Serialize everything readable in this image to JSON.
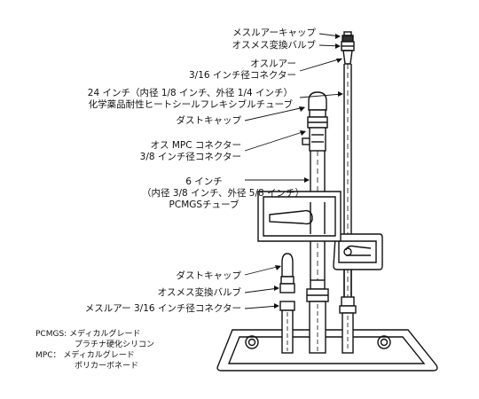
{
  "labels": {
    "male_luer_cap": "メスルアーキャップ",
    "male_female_valve_top": "オスメス変換バルブ",
    "male_luer_connector": [
      "オスルアー",
      "3/16 インチ径コネクター"
    ],
    "tube_24": [
      "24 インチ（内径 1/8 インチ、外径 1/4 インチ）",
      "化学薬品耐性ヒートシールフレキシブルチューブ"
    ],
    "dust_cap_top": "ダストキャップ",
    "mpc_connector": [
      "オス MPC コネクター",
      "3/8 インチ径コネクター"
    ],
    "tube_6": [
      "6 インチ",
      "（内径 3/8 インチ、外径 5/8 インチ）",
      "PCMGSチューブ"
    ],
    "dust_cap_bottom": "ダストキャップ",
    "male_female_valve_bottom": "オスメス変換バルブ",
    "female_luer_connector": "メスルアー 3/16 インチ径コネクター"
  },
  "notes": [
    {
      "abbr": "PCMGS:",
      "lines": [
        "メディカルグレード",
        "プラチナ硬化シリコン"
      ]
    },
    {
      "abbr": "MPC：",
      "lines": [
        "メディカルグレード",
        "ポリカーボネード"
      ]
    }
  ]
}
